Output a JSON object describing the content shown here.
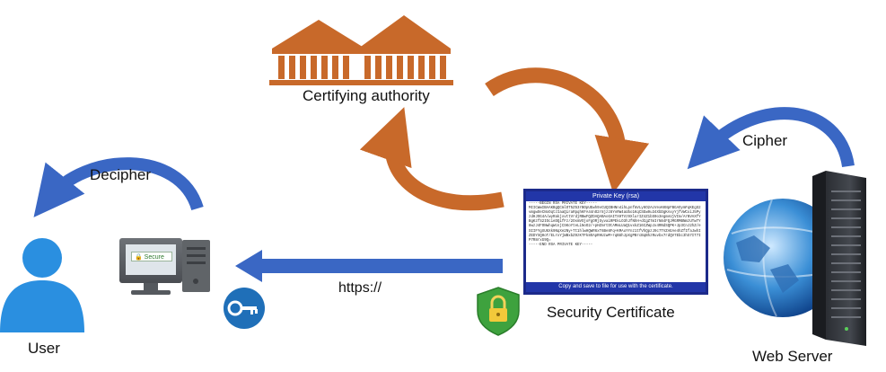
{
  "labels": {
    "authority": "Certifying authority",
    "decipher": "Decipher",
    "cipher": "Cipher",
    "https": "https://",
    "security_certificate": "Security Certificate",
    "user": "User",
    "web_server": "Web Server"
  },
  "certificate": {
    "header": "Private Key (rsa)",
    "begin": "-----BEGIN RSA PRIVATE KEY-----",
    "body": "MIICWwIBAAKBgQCmlOT5Z53rBOpUEwh9vCUQIBHNn4ihLpnfmVLy6O2AcVexKKNpFBGAOymFqKEgS2vmgwOeCNoOqtzIaaQiraRpqhKFA44nO2r8jzz8YvRW4aUbo1KqCSEw9u34XbDgKAxyYjfVWCoiJ5PyzdHJOG4A/wyRakjxvttVrdjRBwFQZDAQABAoGAITXHTVz9XlurIZ4Z1bS0o3egmvUjVIm/ArNVAXfYBgKzfS2IOcieDQifFz/2OsmVOjoFgORjSyvaiRPEkLO3hJfNhH+dCgZ7mIrN84FQJMGRMBNmzUTwTY8wzJ4FONwhqWcnjCSKoYteLiNoO2/+pHZmrtDtAMmLUaQ1vxkZ16CZWpJx4RNdSQPK+Jp3CnJ2hZ/eSIIFYgXU6Xk9NqXe2Ny+Tt1hlwHQWR6xT6Be8Fq+KMAuYYnz1tfVhQpzJ9c7TVZAEAe4hZfIfaJwhIZEDYXQHoT/ELrxYjWBxbZ9zKTFk8OApRHUzwM+rqBUhJpXgPBrcBqBhzRuvbx7rdQV7Ebc3hS7IT7IP7R8rxG9Q=",
    "end": "-----END RSA PRIVATE KEY-----",
    "footer": "Copy and save to file for use with the certificate."
  },
  "badges": {
    "browser_secure": "Secure"
  },
  "colors": {
    "arrow_blue": "#3a67c4",
    "arrow_orange": "#c8692a",
    "user_blue": "#2a8fe0",
    "bank_orange": "#c8692a",
    "shield_green": "#3ea23e",
    "key_circle": "#1f6fb8"
  },
  "icons": {
    "authority": "bank-icon",
    "user": "user-icon",
    "computer": "computer-icon",
    "key": "key-icon",
    "shield": "shield-lock-icon",
    "server": "server-globe-icon"
  }
}
